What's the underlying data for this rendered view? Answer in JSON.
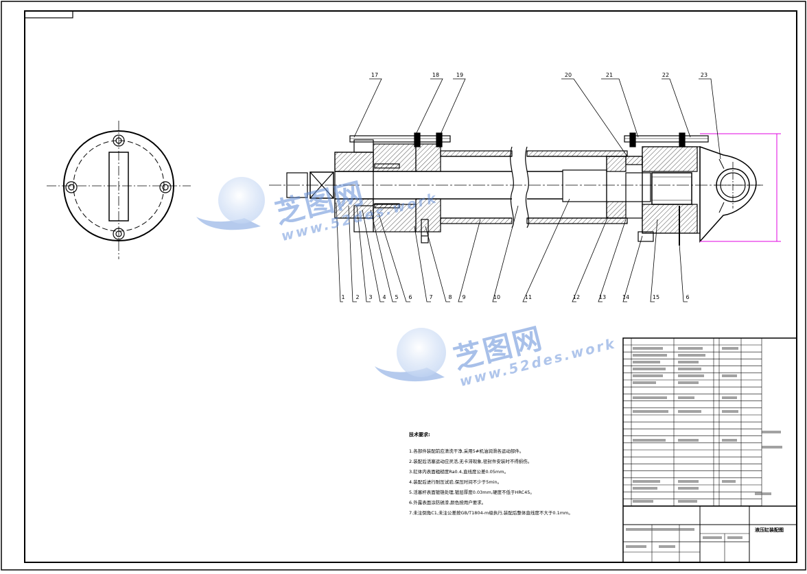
{
  "callouts_top": [
    "17",
    "18",
    "19",
    "20",
    "21",
    "22",
    "23"
  ],
  "callouts_bottom": [
    "1",
    "2",
    "3",
    "4",
    "5",
    "6",
    "7",
    "8",
    "9",
    "10",
    "11",
    "12",
    "13",
    "14",
    "15",
    "6"
  ],
  "watermark": {
    "cn": "芝图网",
    "url": "www.52des.work",
    "color": "#6c95d8"
  },
  "dimension_color": "#e000e0",
  "notes": {
    "title": "技术要求:",
    "lines": [
      "1.各部件装配前应清洗干净,采用5#机油润滑各运动部件。",
      "2.装配后活塞运动应灵活,无卡滞现象,密封件安装时不得损伤。",
      "3.缸体内表面粗糙度Ra0.4,直线度公差0.05mm。",
      "4.装配后进行耐压试验,保压时间不少于5min。",
      "5.活塞杆表面镀铬处理,镀层厚度0.03mm,硬度不低于HRC45。",
      "6.外露表面涂防锈漆,颜色按用户要求。",
      "7.未注倒角C1,未注公差按GB/T1804-m级执行,装配后整体直线度不大于0.1mm。"
    ]
  },
  "title_block": {
    "name": "液压缸装配图"
  }
}
